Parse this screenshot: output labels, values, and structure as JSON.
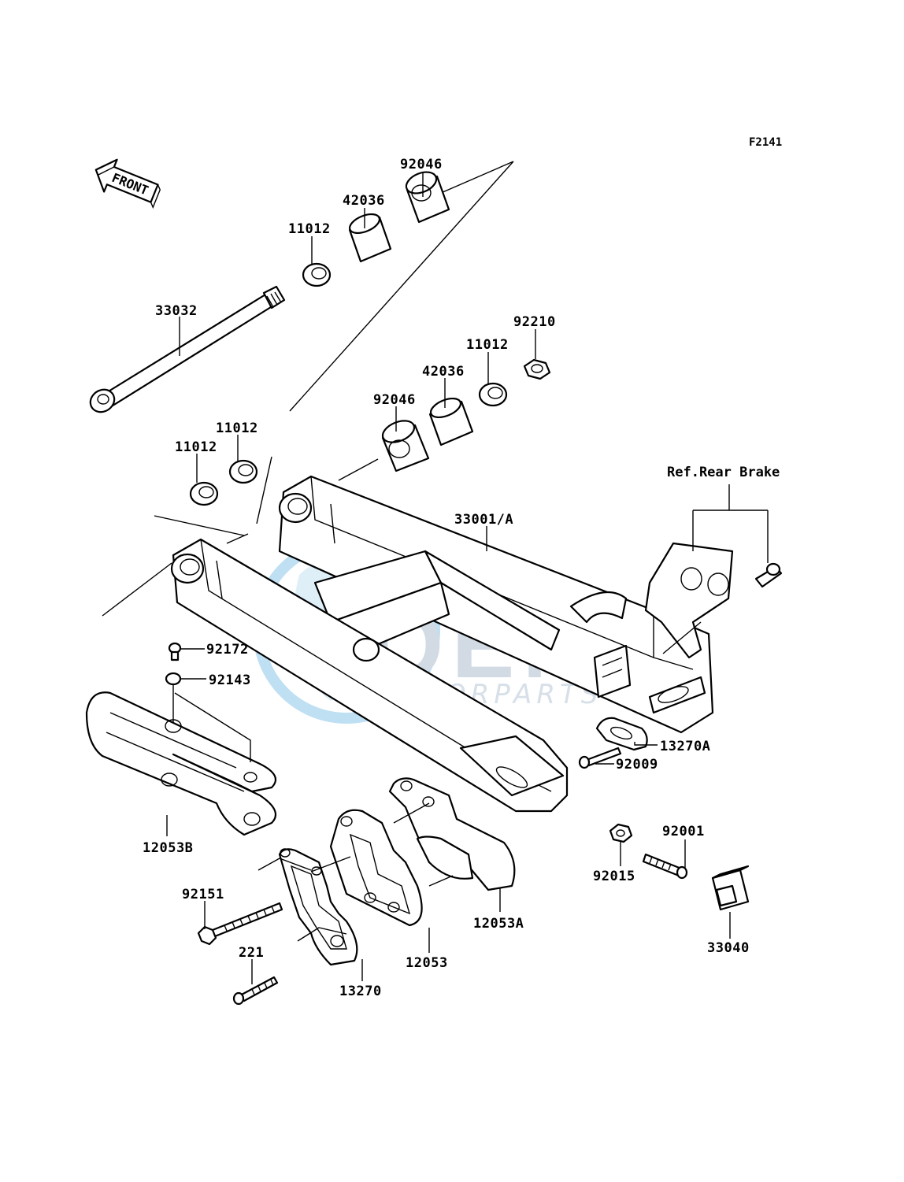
{
  "diagram_code": "F2141",
  "front_marker": "FRONT",
  "watermark": {
    "brand": "OEM",
    "subtitle": "MOTORPARTS",
    "color": "#3ea0dc"
  },
  "reference": "Ref.Rear Brake",
  "parts": [
    {
      "id": "p1",
      "label": "92046"
    },
    {
      "id": "p2",
      "label": "42036"
    },
    {
      "id": "p3",
      "label": "11012"
    },
    {
      "id": "p4",
      "label": "33032"
    },
    {
      "id": "p5",
      "label": "92210"
    },
    {
      "id": "p6",
      "label": "11012"
    },
    {
      "id": "p7",
      "label": "42036"
    },
    {
      "id": "p8",
      "label": "92046"
    },
    {
      "id": "p9",
      "label": "11012"
    },
    {
      "id": "p10",
      "label": "11012"
    },
    {
      "id": "p11",
      "label": "33001/A"
    },
    {
      "id": "p12",
      "label": "92172"
    },
    {
      "id": "p13",
      "label": "92143"
    },
    {
      "id": "p14",
      "label": "13270A"
    },
    {
      "id": "p15",
      "label": "92009"
    },
    {
      "id": "p16",
      "label": "12053B"
    },
    {
      "id": "p17",
      "label": "92001"
    },
    {
      "id": "p18",
      "label": "92015"
    },
    {
      "id": "p19",
      "label": "92151"
    },
    {
      "id": "p20",
      "label": "12053A"
    },
    {
      "id": "p21",
      "label": "33040"
    },
    {
      "id": "p22",
      "label": "12053"
    },
    {
      "id": "p23",
      "label": "221"
    },
    {
      "id": "p24",
      "label": "13270"
    }
  ]
}
